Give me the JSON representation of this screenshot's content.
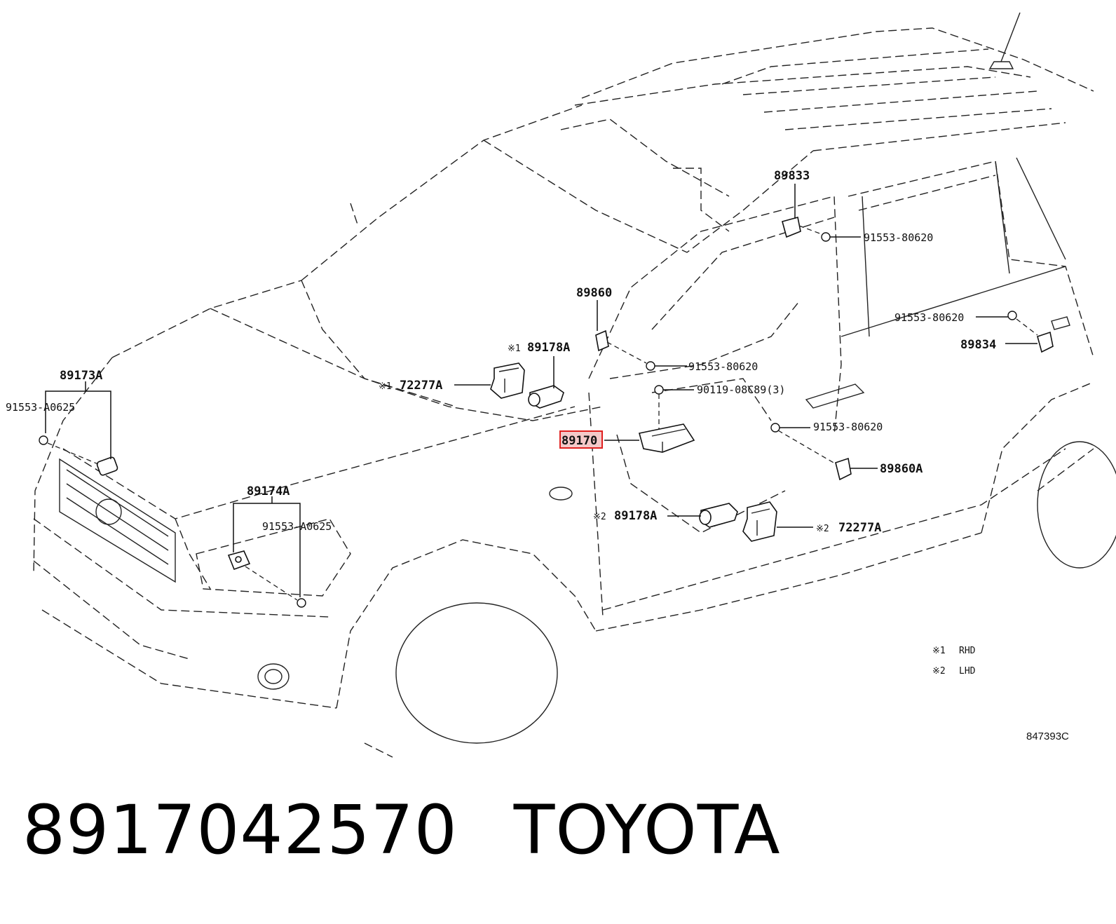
{
  "parts": {
    "p89173A": "89173A",
    "p91553A0625_left": "91553-A0625",
    "p89174A": "89174A",
    "p91553A0625_center": "91553-A0625",
    "p72277A_rhd": "72277A",
    "p89178A_rhd": "89178A",
    "p89860": "89860",
    "p89170": "89170",
    "p91553_80620_a": "91553-80620",
    "p90119": "90119-08C89(3)",
    "p91553_80620_b": "91553-80620",
    "p89860A": "89860A",
    "p89178A_lhd": "89178A",
    "p72277A_lhd": "72277A",
    "p89833": "89833",
    "p91553_80620_c": "91553-80620",
    "p91553_80620_d": "91553-80620",
    "p89834": "89834"
  },
  "marks": {
    "m1": "※1",
    "m2": "※2"
  },
  "legend": {
    "rhd_mark": "※1",
    "rhd": "RHD",
    "lhd_mark": "※2",
    "lhd": "LHD"
  },
  "diagram_ref": "847393C",
  "caption": {
    "part_number": "8917042570",
    "brand": "TOYOTA"
  },
  "highlight_color": "#e0201f"
}
